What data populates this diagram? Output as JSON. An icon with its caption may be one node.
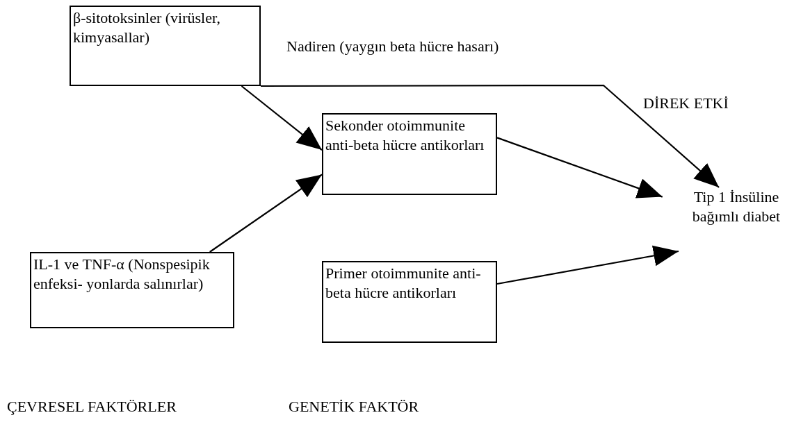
{
  "diagram": {
    "nodes": [
      {
        "text": [
          "β-sitotoksinler (virüsler, kimyasallar)"
        ]
      },
      {
        "text": [
          "IL-1 ve TNF-α (Nonspesipik enfeksi- yonlarda salınırlar)"
        ]
      },
      {
        "text": [
          "Sekonder otoimmunite anti-beta hücre antikorları"
        ]
      },
      {
        "text": [
          "Primer otoimmunite anti-beta hücre antikorları"
        ]
      },
      {
        "text": [
          "Tip 1 İnsüline bağımlı diabet"
        ]
      }
    ],
    "edges": [
      {
        "from": 0,
        "to": 4,
        "arrow": "to",
        "label": "Nadiren (yaygın beta hücre hasarı)"
      },
      {
        "from": 0,
        "to": 2,
        "arrow": "to"
      },
      {
        "from": 1,
        "to": 2,
        "arrow": "to"
      },
      {
        "from": 2,
        "to": 4,
        "arrow": "to"
      },
      {
        "from": 3,
        "to": 4,
        "arrow": "to"
      }
    ],
    "labels": [
      "DİREK ETKİ",
      "ÇEVRESEL FAKTÖRLER",
      "GENETİK FAKTÖR"
    ]
  }
}
